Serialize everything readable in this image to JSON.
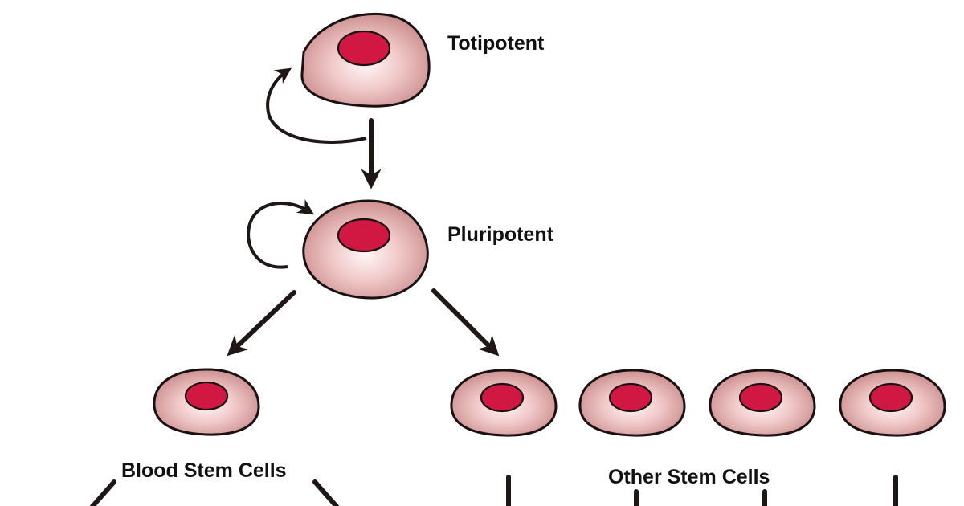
{
  "diagram": {
    "nodes": {
      "totipotent": {
        "label": "Totipotent"
      },
      "pluripotent": {
        "label": "Pluripotent"
      }
    },
    "groups": {
      "blood": {
        "label": "Blood Stem Cells"
      },
      "other": {
        "label": "Other Stem Cells"
      }
    },
    "colors": {
      "cell_fill_light": "#fff3f3",
      "cell_fill_dark": "#c98989",
      "nucleus": "#d01843",
      "outline": "#1a1212"
    }
  }
}
